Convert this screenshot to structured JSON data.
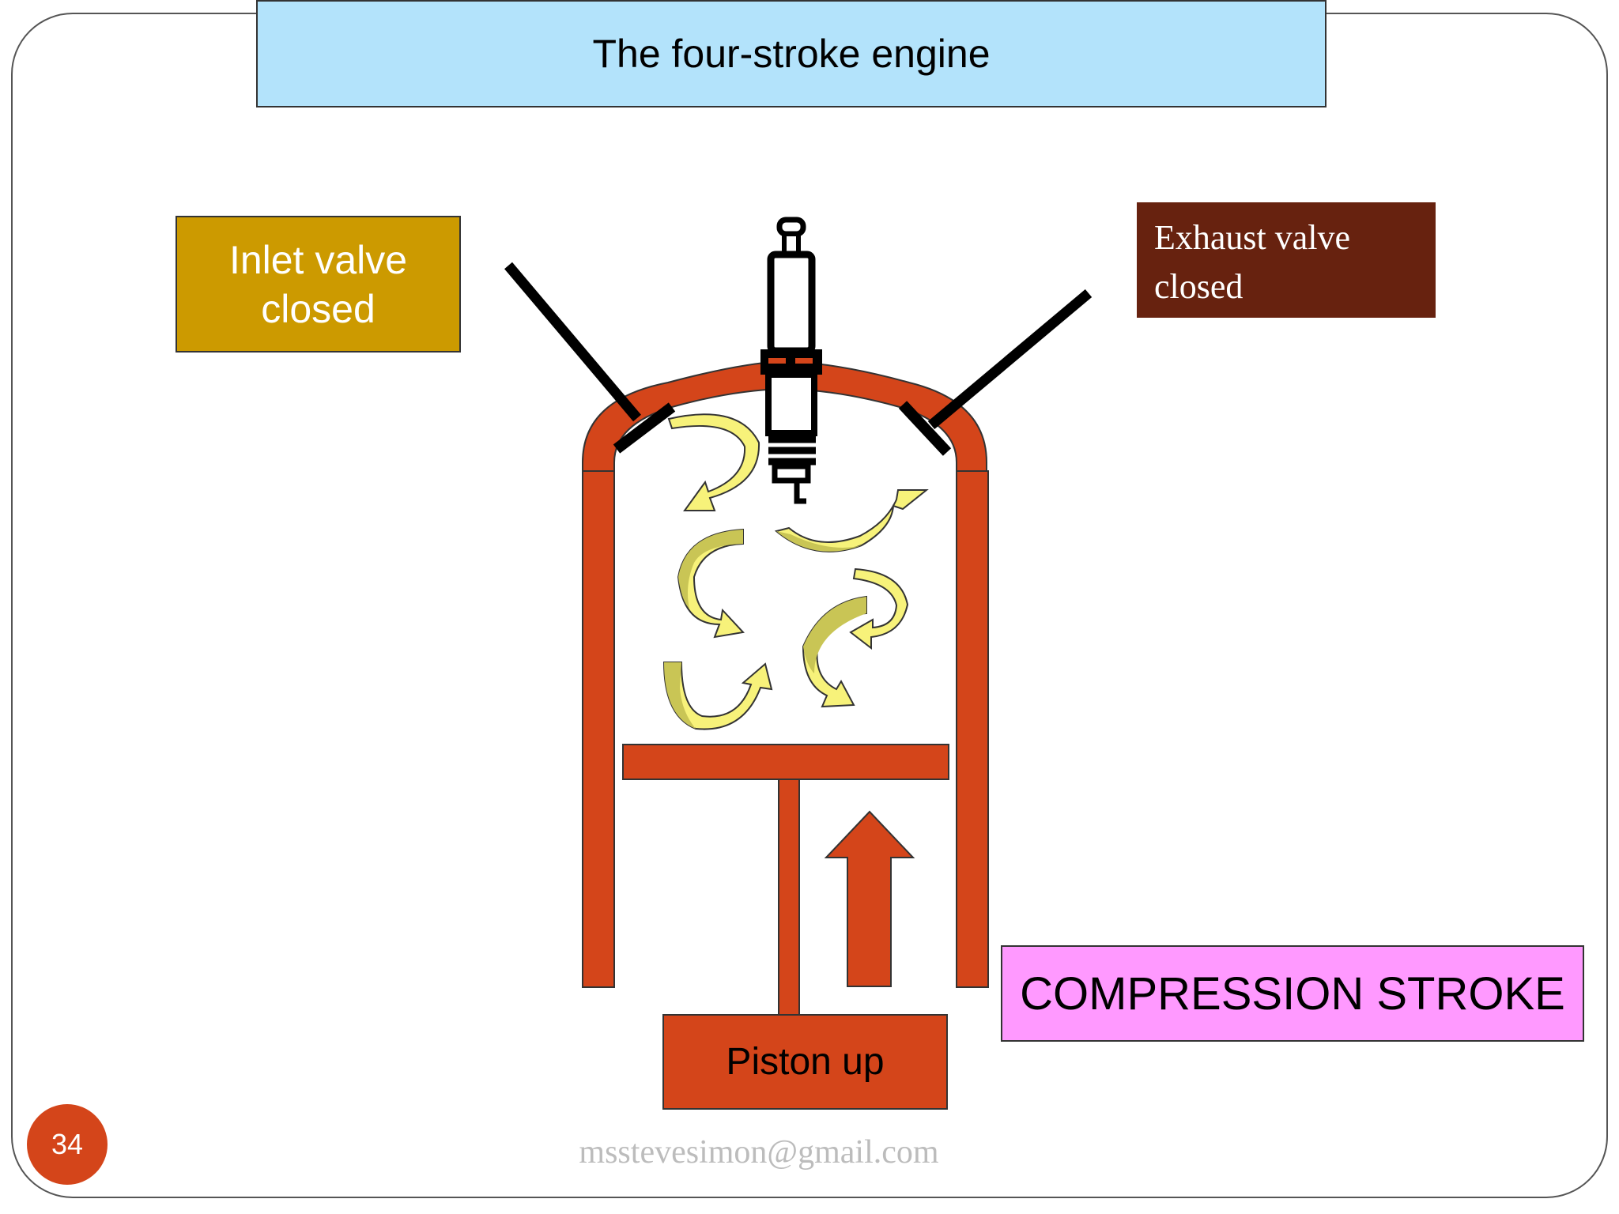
{
  "title": "The four-stroke engine",
  "inlet_label": "Inlet valve\nclosed",
  "exhaust_label": "Exhaust valve\nclosed",
  "stroke_label": "COMPRESSION STROKE",
  "piston_label": "Piston up",
  "page_number": "34",
  "footer_email": "msstevesimon@gmail.com",
  "colors": {
    "cylinder": "#d4451a",
    "title_bg": "#b3e3fb",
    "inlet_bg": "#cc9a00",
    "exhaust_bg": "#67220f",
    "stroke_bg": "#ff99ff",
    "swirl_fill": "#f7f27a",
    "swirl_shade": "#c9c555"
  },
  "icons": {
    "spark_plug": "spark-plug-icon",
    "direction_arrow": "up-arrow-icon"
  }
}
